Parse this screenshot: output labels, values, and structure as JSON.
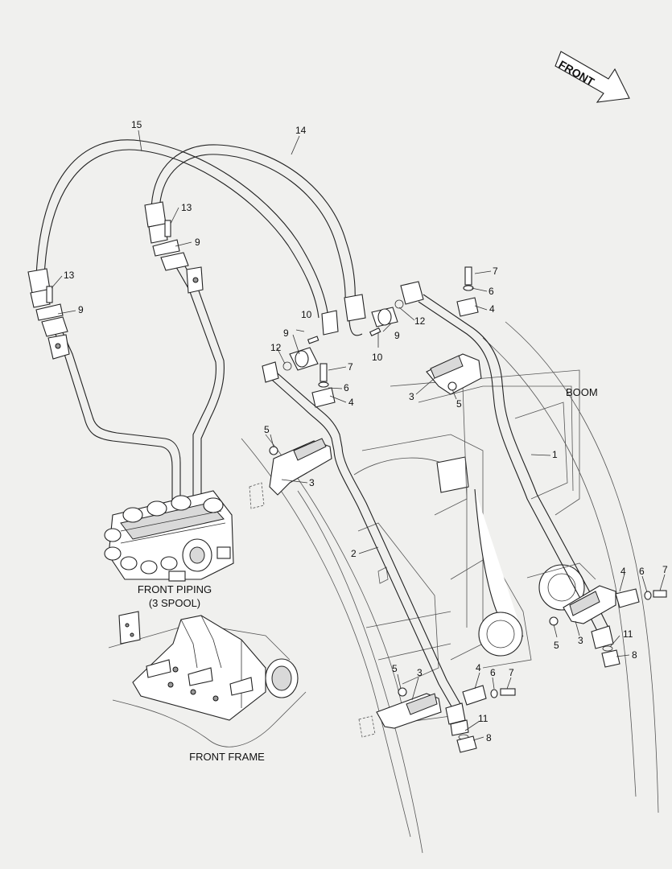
{
  "direction": {
    "text": "FRONT"
  },
  "callouts": {
    "c15": "15",
    "c14": "14",
    "c13a": "13",
    "c13b": "13",
    "c9a": "9",
    "c9b": "9",
    "c9c": "9",
    "c9d": "9",
    "c10a": "10",
    "c10b": "10",
    "c12a": "12",
    "c12b": "12",
    "c7a": "7",
    "c7b": "7",
    "c7c": "7",
    "c7d": "7",
    "c6a": "6",
    "c6b": "6",
    "c6c": "6",
    "c6d": "6",
    "c4a": "4",
    "c4b": "4",
    "c4c": "4",
    "c4d": "4",
    "c5a": "5",
    "c5b": "5",
    "c5c": "5",
    "c5d": "5",
    "c3a": "3",
    "c3b": "3",
    "c3c": "3",
    "c3d": "3",
    "c1": "1",
    "c2": "2",
    "c11a": "11",
    "c11b": "11",
    "c8a": "8",
    "c8b": "8"
  },
  "captions": {
    "boom": "BOOM",
    "front_piping_line1": "FRONT PIPING",
    "front_piping_line2": "(3 SPOOL)",
    "front_frame": "FRONT FRAME"
  }
}
